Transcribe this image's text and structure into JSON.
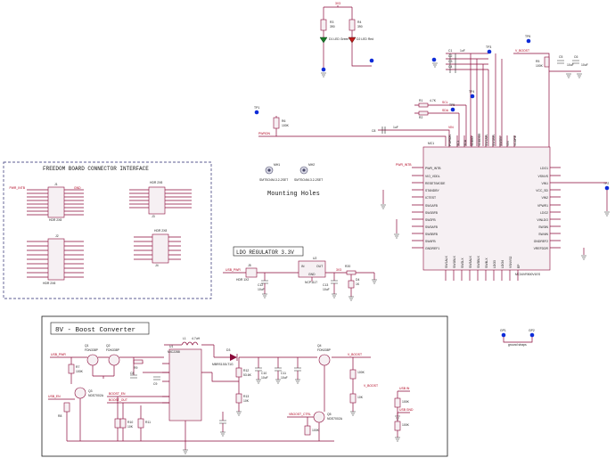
{
  "colors": {
    "wire": "#8a0a3a",
    "net_label": "#b0001e",
    "test_point": "#0d2bd8",
    "ink": "#1a1a1a"
  },
  "freedom": {
    "title": "FREEDOM BOARD CONNECTOR INTERFACE",
    "j1_ref": "J1",
    "j1_hdr": "HDR 2X8",
    "j2_ref": "J2",
    "j2_hdr": "HDR 2X8",
    "j3_ref": "J3",
    "j3_hdr": "HDR 2X8",
    "j4_ref": "J4",
    "j4_hdr": "HDR 2X8",
    "pwr_net": "PWR_INTB",
    "gnd_net": "GND"
  },
  "mounting": {
    "label": "Mounting Holes",
    "h1": "MH1",
    "h1_part": "SMTSO4M-3.2-2SET",
    "h2": "MH2",
    "h2_part": "SMTSO4M-3.2-2SET"
  },
  "ldo": {
    "title": "LDO REGULATOR 3.3V",
    "u_ref": "U2",
    "part": "NCP1117",
    "pin_in": "IN",
    "pin_out": "OUT",
    "pin_gnd": "GND",
    "net_in": "USB_PWR",
    "net_out": "3V3",
    "j_ref": "J5",
    "j_part": "HDR 1X2",
    "c_in": "C12",
    "c_in_val": "10uF",
    "c_out": "C13",
    "c_out_val": "10uF",
    "r_ref": "R20",
    "r_val": "1K",
    "d_ref": "D4"
  },
  "mcu": {
    "ref": "MC1",
    "part": "MC34VR500V1ES",
    "left_pins": [
      "PWR_INTB",
      "VIO_VDDL",
      "RESET/MODE",
      "STANDBY",
      "ICTEST",
      "SW1AFB",
      "SW1BFB",
      "SW2FB",
      "SW3AFB",
      "SW3BFB",
      "SW4FB",
      "GNDREF1"
    ],
    "right_pins": [
      "LDO1",
      "VSNVS",
      "VIN1",
      "VCC_SD",
      "VIN2",
      "VPWR1",
      "LDO2",
      "VINLDO",
      "SW3IN",
      "SW4IN",
      "GNDREF2",
      "VREFDDR"
    ],
    "top_pins": [
      "PWRON",
      "SCL",
      "SDA",
      "VDDIO",
      "VDDDDR",
      "SW1AIN",
      "SW1BIN",
      "SW2IN",
      "VIN",
      "VCORE"
    ],
    "bottom_pins": [
      "SW1ALX",
      "SW1BLX",
      "SW2LX",
      "SW3ALX",
      "SW3BLX",
      "SW4LX",
      "LDO3",
      "LDO4",
      "VSNVS2",
      "EP"
    ],
    "tp_labels": [
      "TP1",
      "TP2",
      "TP3",
      "TP4",
      "TP5",
      "TP6"
    ],
    "net_sda": "SDA",
    "net_scl": "SCL",
    "net_vin": "VIN",
    "net_pwron": "PWRON",
    "net_pwr_intb": "PWR_INTB",
    "net_vboost": "V_BOOST",
    "r_pullups": [
      "R1",
      "R2"
    ],
    "r_pullup_val": "4.7K",
    "c_decouple": [
      "C1",
      "C2",
      "C3",
      "C4"
    ],
    "c_decouple_val": "1uF",
    "r_led": [
      "R3",
      "R4"
    ],
    "r_led_val": "390",
    "d_led": [
      "D1 LED Green",
      "D2 LED Red"
    ],
    "r_top": "R5",
    "r_top_val": "100K",
    "c_right": [
      "C5",
      "C6",
      "C7"
    ],
    "c_right_val": "10uF",
    "r_pwron": "R6",
    "r_pwron_val": "100K"
  },
  "boost": {
    "title": "8V - Boost Converter",
    "u_ref": "U1",
    "part": "MIC2288",
    "l_ref": "L1",
    "l_val": "4.7uH",
    "d_ref": "D3",
    "d_part": "MBRS130LT1G",
    "q_refs": [
      "Q1",
      "Q2",
      "Q3",
      "Q4",
      "Q5"
    ],
    "q_part": "FDN338P",
    "q_part_n": "NDS7002A",
    "net_usb": "USB_PWR",
    "net_vin": "VIN",
    "net_vboost": "V_BOOST",
    "net_boost_en": "BOOST_EN",
    "net_usb_en": "USB_EN",
    "net_boost_out": "BOOST_OUT",
    "net_vboost_ctrl": "VBOOST_CTRL",
    "c_out": [
      "C8",
      "C9",
      "C10",
      "C11"
    ],
    "c_out_val": "10uF",
    "r_fb": [
      "R7",
      "R8",
      "R9",
      "R10",
      "R11",
      "R12",
      "R13"
    ],
    "r_fb_val": "10K",
    "r_big": "100K",
    "r_fb_top": "53.6K",
    "r_fb_bot": "10K",
    "usb_in": "USB IN",
    "usb_gnd": "USB GND",
    "ground_straps": "ground straps",
    "gp1": "GP1",
    "gp2": "GP2"
  }
}
